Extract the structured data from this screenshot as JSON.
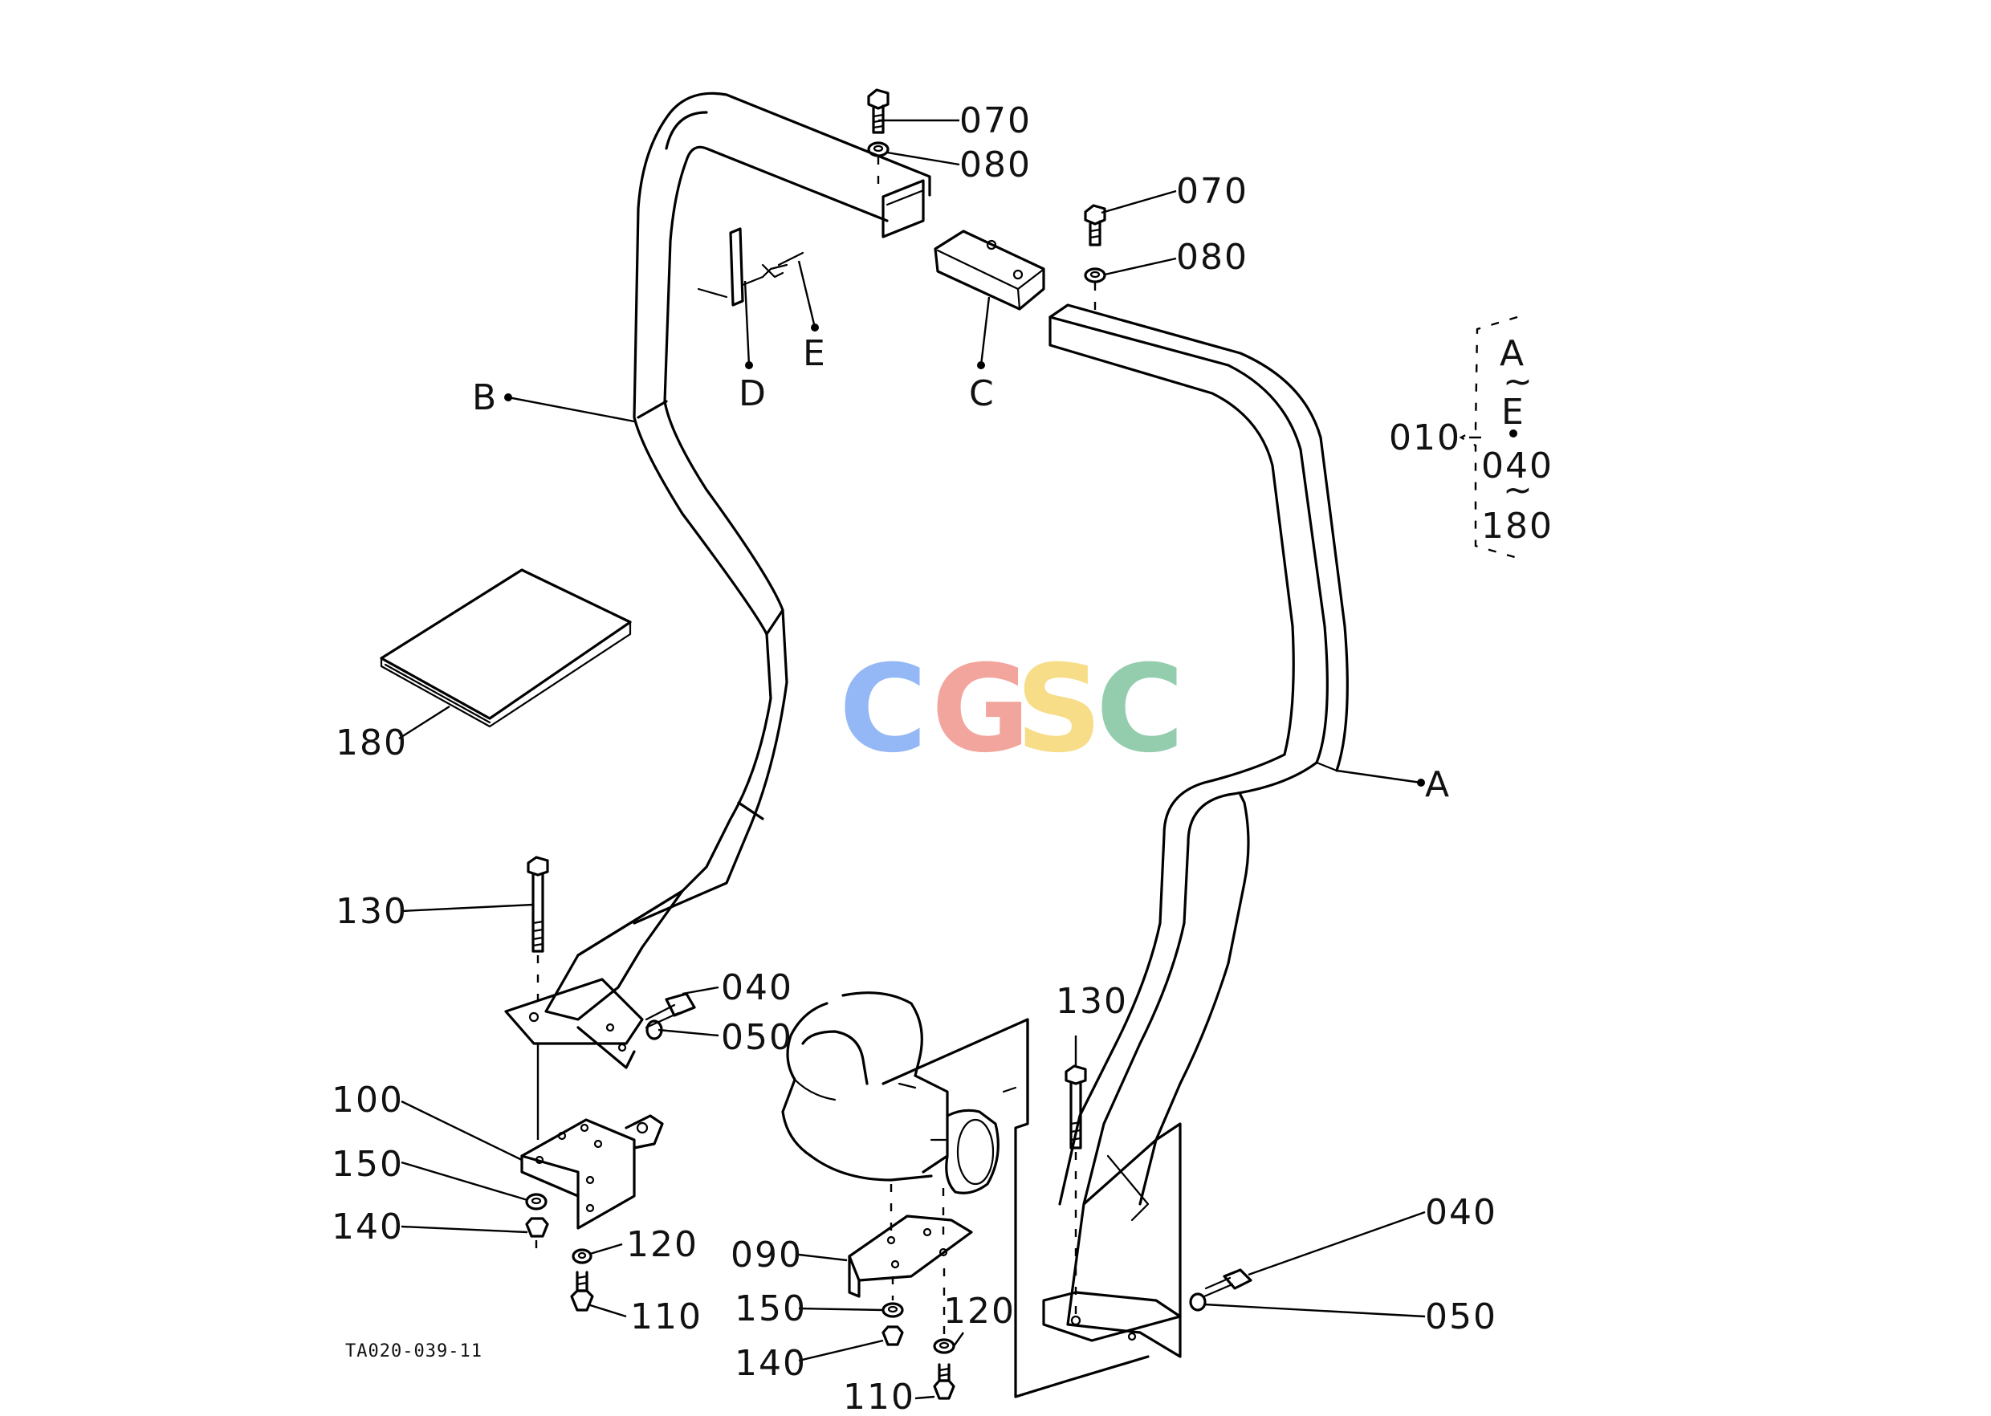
{
  "drawing_code": "TA020-039-11",
  "watermark": {
    "letters": [
      "C",
      "G",
      "S",
      "C"
    ],
    "colors": [
      "#8fb4f5",
      "#f2a198",
      "#f7dc82",
      "#8fcbaa"
    ]
  },
  "callouts": {
    "p070_top": "070",
    "p080_top": "080",
    "p070_right": "070",
    "p080_right": "080",
    "E": "E",
    "D": "D",
    "C": "C",
    "B": "B",
    "A": "A",
    "p180": "180",
    "p130_left": "130",
    "p040_left": "040",
    "p050_left": "050",
    "p100": "100",
    "p150_left": "150",
    "p140_left": "140",
    "p120_left": "120",
    "p110_left": "110",
    "p130_right": "130",
    "p090": "090",
    "p150_mid": "150",
    "p140_mid": "140",
    "p120_mid": "120",
    "p110_mid": "110",
    "p040_right": "040",
    "p050_right": "050"
  },
  "assembly_group": {
    "part": "010",
    "line1_top": "A",
    "line1_sep": "~",
    "line1_bottom": "E",
    "line2_top": "040",
    "line2_sep": "~",
    "line2_bottom": "180"
  }
}
